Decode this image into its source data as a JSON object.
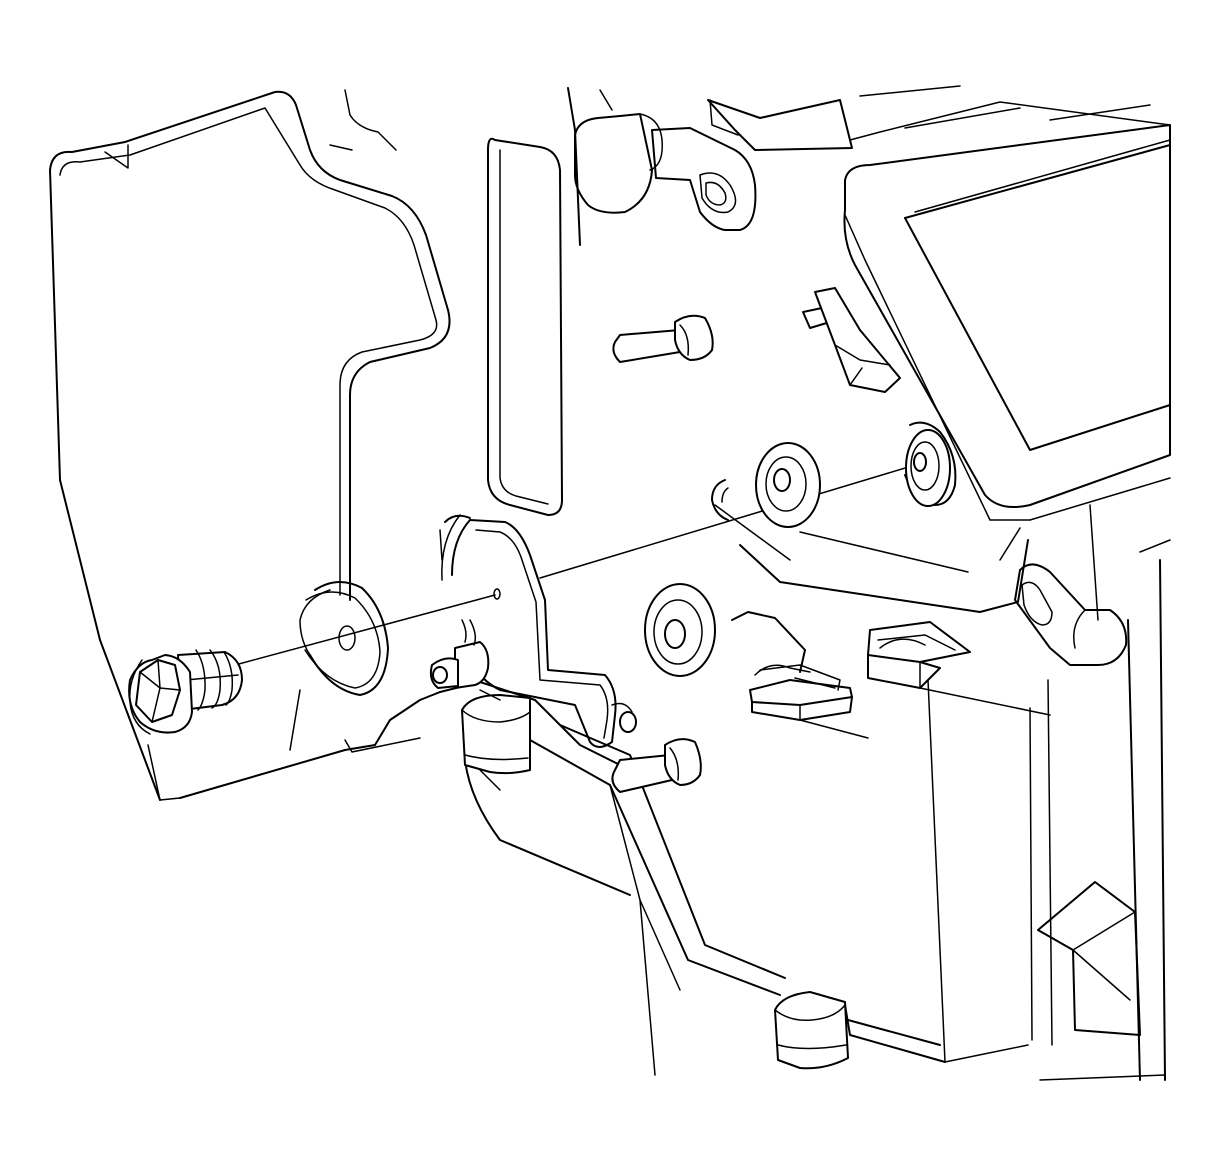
{
  "diagram": {
    "line_color": "#000000",
    "background_color": "#ffffff",
    "parts": [
      {
        "id": "heater-case",
        "icon": "housing-outline"
      },
      {
        "id": "actuator-bolt",
        "icon": "hex-bolt-icon"
      },
      {
        "id": "seal-washer",
        "icon": "ring-seal-icon"
      },
      {
        "id": "door-lever-link",
        "icon": "lever-link-icon"
      },
      {
        "id": "pivot-bushing",
        "icon": "bushing-icon"
      },
      {
        "id": "retaining-clips",
        "icon": "spring-clip-icon"
      },
      {
        "id": "mounting-studs",
        "icon": "stud-icon"
      }
    ]
  }
}
